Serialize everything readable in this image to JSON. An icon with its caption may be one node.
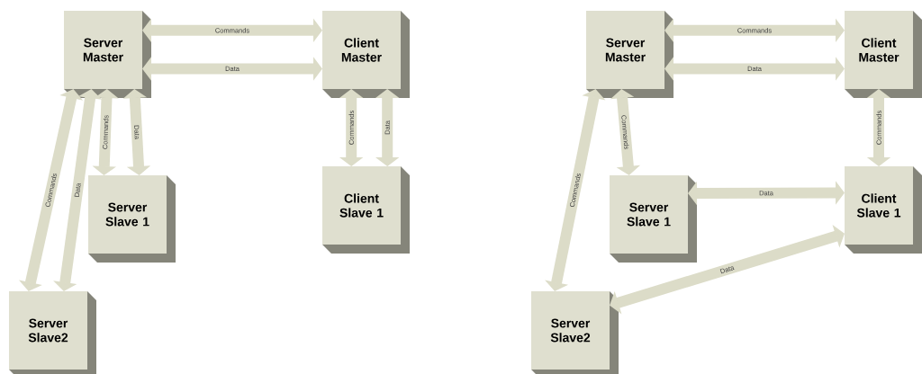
{
  "diagram": {
    "nodes": [
      {
        "text": [
          "Server Master"
        ]
      },
      {
        "text": [
          "Client Master"
        ]
      },
      {
        "text": [
          "Server Slave 1"
        ]
      },
      {
        "text": [
          "Client Slave 1"
        ]
      },
      {
        "text": [
          "Server Slave2"
        ]
      },
      {
        "text": [
          "Server Master"
        ]
      },
      {
        "text": [
          "Client Master"
        ]
      },
      {
        "text": [
          "Server Slave 1"
        ]
      },
      {
        "text": [
          "Client Slave 1"
        ]
      },
      {
        "text": [
          "Server Slave2"
        ]
      }
    ],
    "edges": [
      {
        "from": 0,
        "to": 1,
        "arrow": "both",
        "label": "Commands"
      },
      {
        "from": 0,
        "to": 1,
        "arrow": "both",
        "label": "Data"
      },
      {
        "from": 1,
        "to": 3,
        "arrow": "both",
        "label": "Commands"
      },
      {
        "from": 1,
        "to": 3,
        "arrow": "both",
        "label": "Data"
      },
      {
        "from": 0,
        "to": 2,
        "arrow": "both",
        "label": "Commands"
      },
      {
        "from": 0,
        "to": 2,
        "arrow": "both",
        "label": "Data"
      },
      {
        "from": 0,
        "to": 4,
        "arrow": "both",
        "label": "Commands"
      },
      {
        "from": 0,
        "to": 4,
        "arrow": "both",
        "label": "Data"
      },
      {
        "from": 5,
        "to": 6,
        "arrow": "both",
        "label": "Commands"
      },
      {
        "from": 5,
        "to": 6,
        "arrow": "both",
        "label": "Data"
      },
      {
        "from": 6,
        "to": 8,
        "arrow": "both",
        "label": "Commands"
      },
      {
        "from": 5,
        "to": 7,
        "arrow": "both",
        "label": "Commands"
      },
      {
        "from": 7,
        "to": 8,
        "arrow": "both",
        "label": "Data"
      },
      {
        "from": 5,
        "to": 9,
        "arrow": "both",
        "label": "Commands"
      },
      {
        "from": 9,
        "to": 8,
        "arrow": "both",
        "label": "Data"
      }
    ]
  }
}
